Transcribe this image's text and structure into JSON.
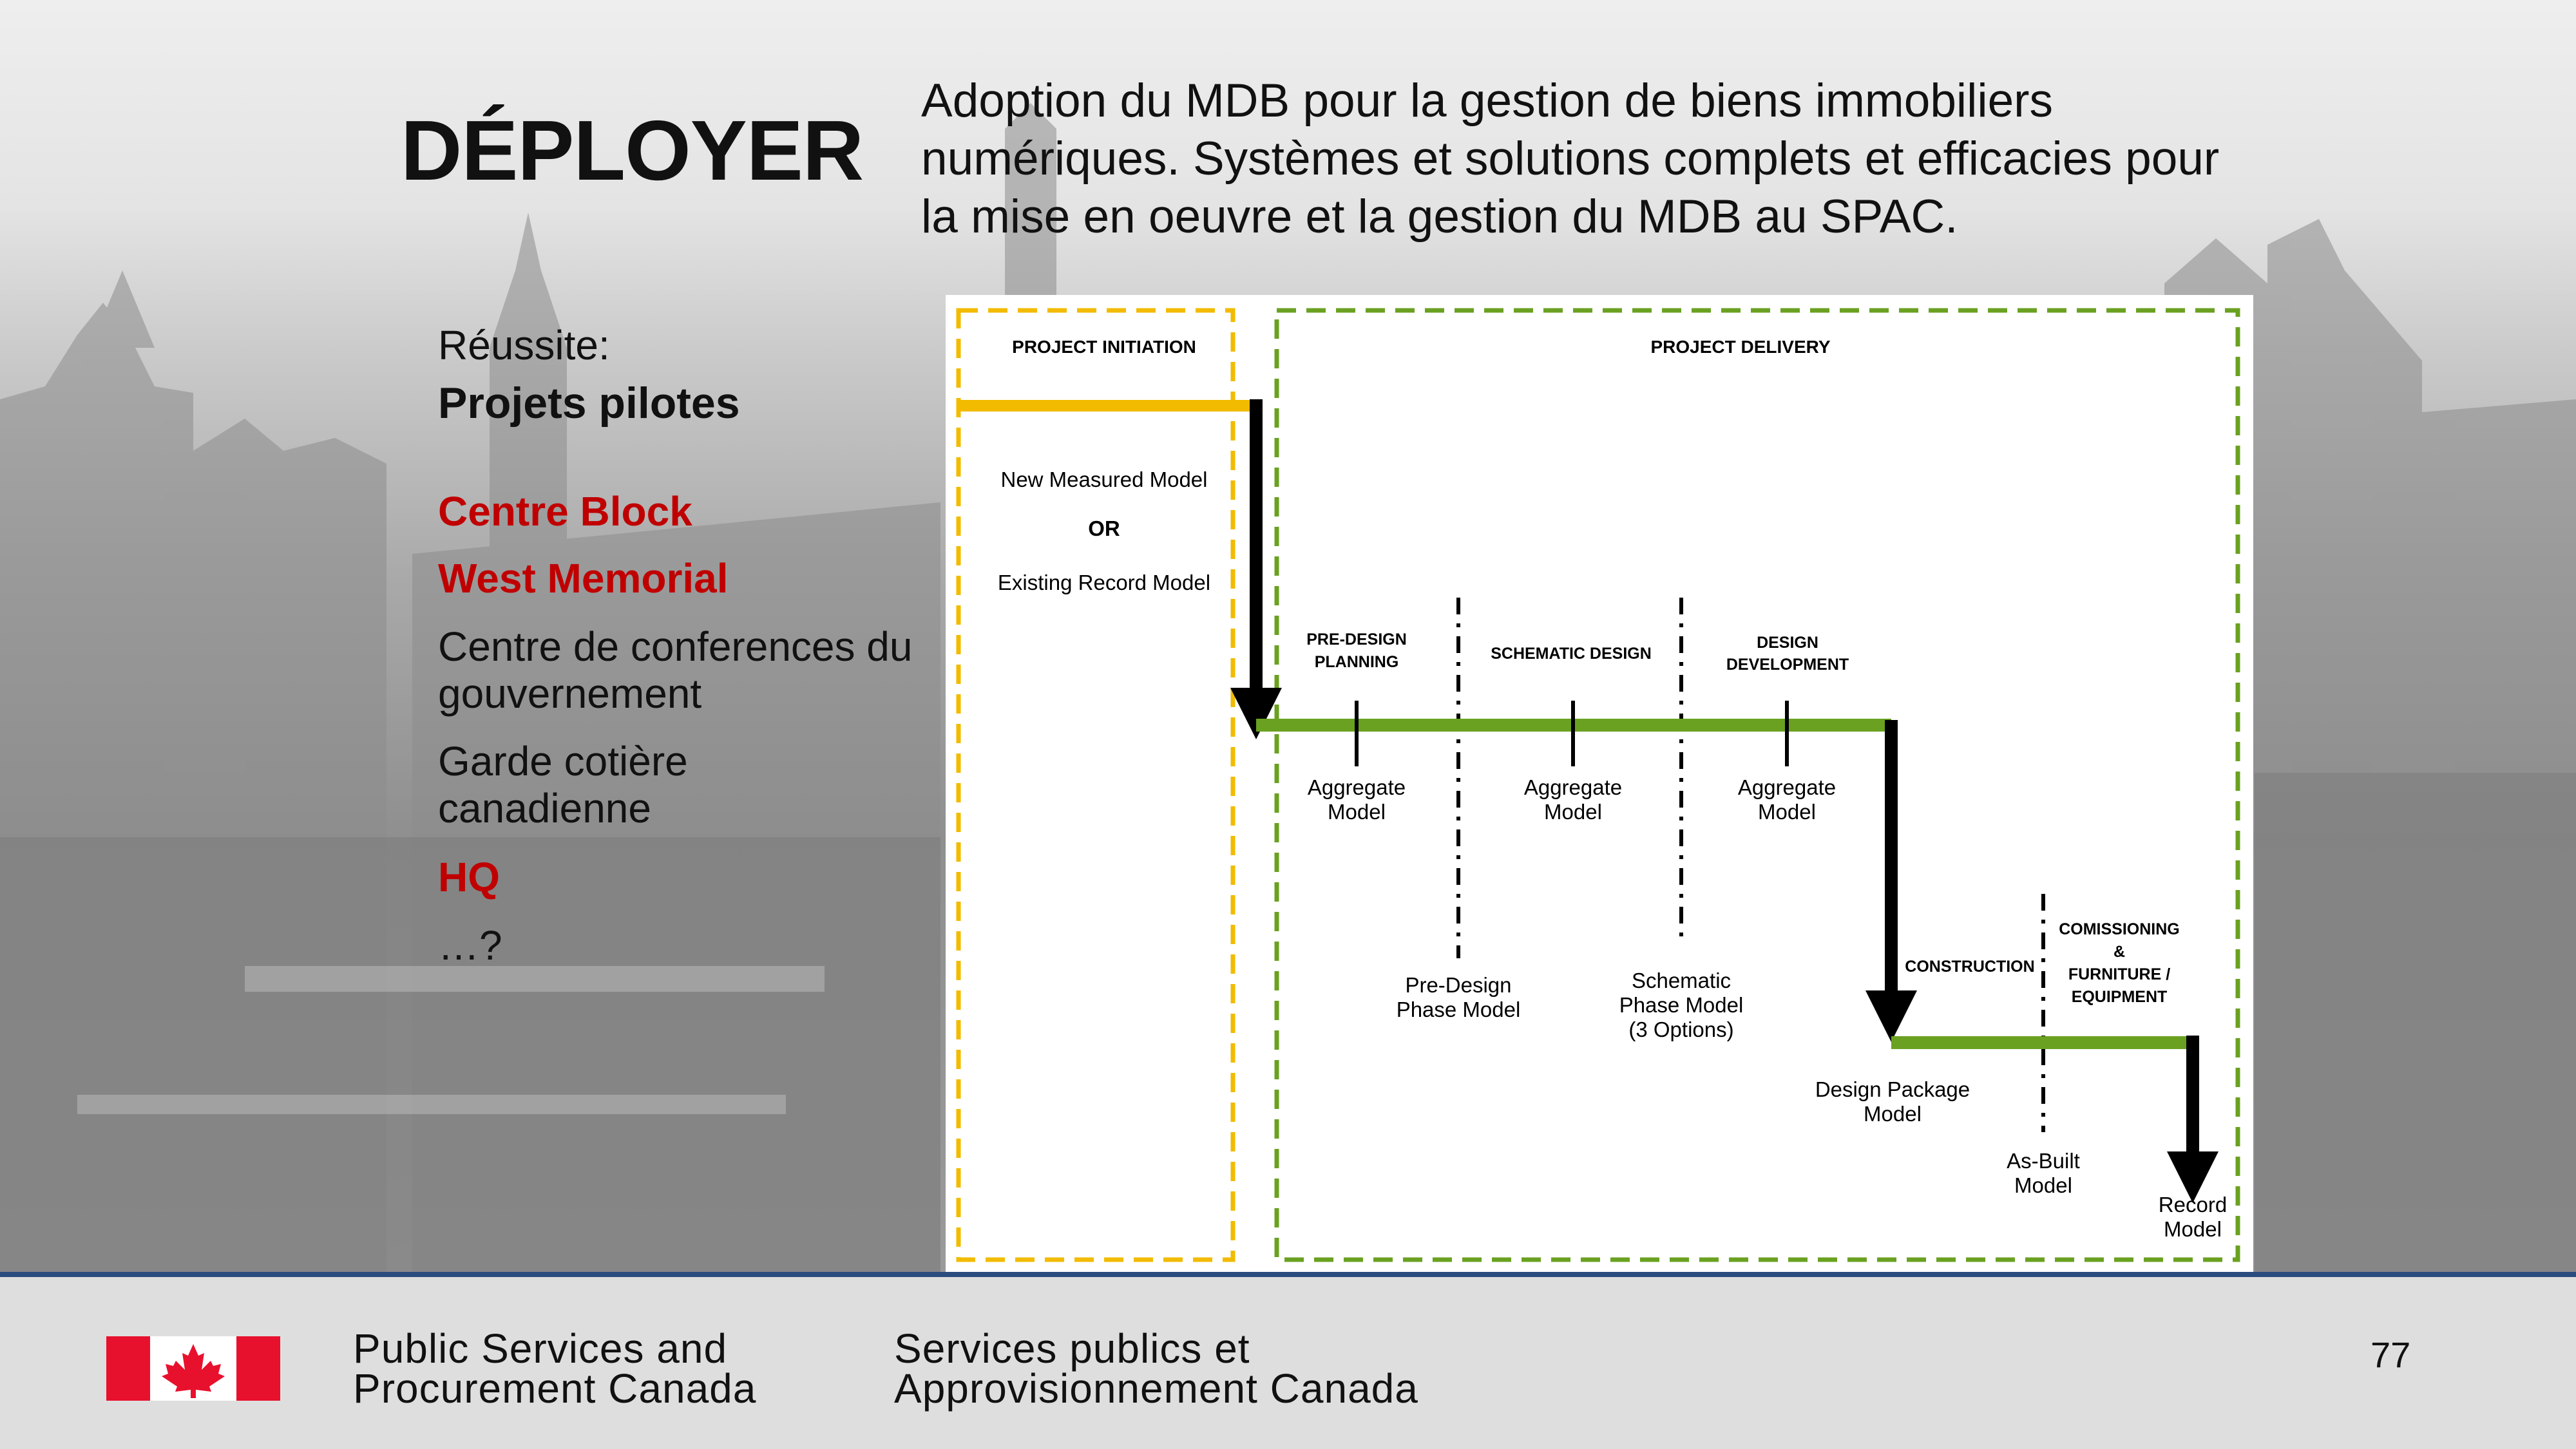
{
  "slide": {
    "title": "DÉPLOYER",
    "subtitle": "Adoption du MDB pour la gestion de biens immobiliers numériques.   Systèmes et solutions complets et efficacies pour la mise en oeuvre et la gestion du MDB au SPAC.",
    "success_label": "Réussite:",
    "pilot_heading": "Projets pilotes",
    "projects": [
      {
        "text": "Centre Block",
        "color": "#c00000",
        "bold": true
      },
      {
        "text": "West Memorial",
        "color": "#c00000",
        "bold": true
      },
      {
        "text": "Centre de conferences du gouvernement",
        "color": "#111111",
        "bold": false
      },
      {
        "text": "Garde cotière canadienne",
        "color": "#111111",
        "bold": false
      },
      {
        "text": "HQ",
        "color": "#c00000",
        "bold": true
      },
      {
        "text": "…?",
        "color": "#111111",
        "bold": false
      }
    ]
  },
  "diagram": {
    "initiation_label": "PROJECT INITIATION",
    "delivery_label": "PROJECT DELIVERY",
    "new_measured": "New Measured Model",
    "or": "OR",
    "existing_record": "Existing Record Model",
    "phases": {
      "predesign": [
        "PRE-DESIGN",
        "PLANNING"
      ],
      "schematic": "SCHEMATIC DESIGN",
      "development": [
        "DESIGN",
        "DEVELOPMENT"
      ],
      "construction": "CONSTRUCTION",
      "commissioning": [
        "COMISSIONING",
        "&",
        "FURNITURE /",
        "EQUIPMENT"
      ]
    },
    "aggregate": [
      "Aggregate",
      "Model"
    ],
    "predesign_model": [
      "Pre-Design",
      "Phase Model"
    ],
    "schematic_model": [
      "Schematic",
      "Phase Model",
      "(3 Options)"
    ],
    "design_package": [
      "Design Package",
      "Model"
    ],
    "as_built": [
      "As-Built",
      "Model"
    ],
    "record_model": [
      "Record",
      "Model"
    ],
    "colors": {
      "initiation": "#f2bb00",
      "delivery": "#6aa121",
      "arrow": "#000000"
    }
  },
  "footer": {
    "dept_en_1": "Public Services and",
    "dept_en_2": "Procurement Canada",
    "dept_fr_1": "Services publics et",
    "dept_fr_2": "Approvisionnement Canada",
    "page_number": "77",
    "flag_red": "#e8112d"
  }
}
